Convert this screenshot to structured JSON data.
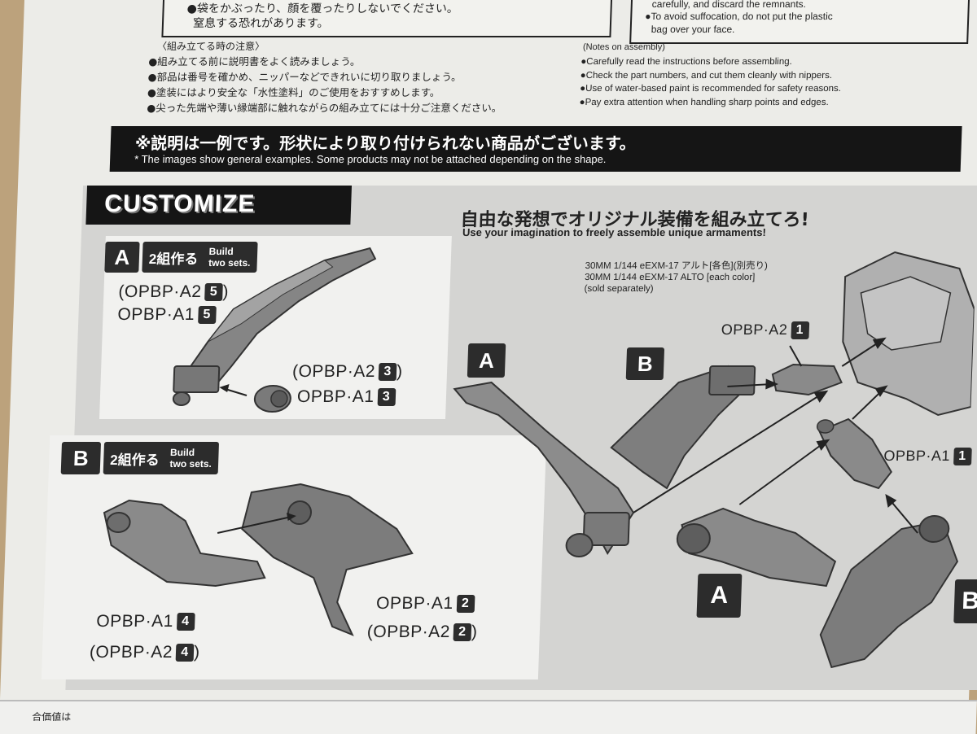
{
  "top_warning_left": {
    "lines": [
      "●袋をかぶったり、顔を覆ったりしないでください。",
      "窒息する恐れがあります。"
    ]
  },
  "top_warning_right": {
    "lines": [
      "carefully, and discard the remnants.",
      "●To avoid suffocation, do not put the plastic",
      "bag over your face."
    ]
  },
  "assembly_notes_jp": {
    "heading": "〈組み立てる時の注意〉",
    "items": [
      "●組み立てる前に説明書をよく読みましょう。",
      "●部品は番号を確かめ、ニッパーなどできれいに切り取りましょう。",
      "●塗装にはより安全な「水性塗料」のご使用をおすすめします。",
      "●尖った先端や薄い縁端部に触れながらの組み立てには十分ご注意ください。"
    ]
  },
  "assembly_notes_en": {
    "heading": "(Notes on assembly)",
    "items": [
      "●Carefully read the instructions before assembling.",
      "●Check the part numbers, and cut them cleanly with nippers.",
      "●Use of water-based paint is recommended for safety reasons.",
      "●Pay extra attention when handling sharp points and edges."
    ]
  },
  "notice_bar": {
    "jp": "※説明は一例です。形状により取り付けられない商品がございます。",
    "en": "* The images show general examples. Some products may not be attached depending on the shape."
  },
  "customize": {
    "title": "CUSTOMIZE",
    "heading_jp": "自由な発想でオリジナル装備を組み立てろ!",
    "heading_en": "Use your imagination to freely assemble unique armaments!",
    "product_note": [
      "30MM 1/144 eEXM-17 アルト[各色](別売り)",
      "30MM 1/144 eEXM-17 ALTO [each color]",
      "(sold separately)"
    ]
  },
  "panel_a": {
    "letter": "A",
    "build_jp": "2組作る",
    "build_en_1": "Build",
    "build_en_2": "two sets.",
    "part1": "(OPBP·A2",
    "part1_num": "5",
    "part1_close": ")",
    "part2": "OPBP·A1",
    "part2_num": "5",
    "part3": "(OPBP·A2",
    "part3_num": "3",
    "part3_close": ")",
    "part4": "OPBP·A1",
    "part4_num": "3"
  },
  "panel_b": {
    "letter": "B",
    "build_jp": "2組作る",
    "build_en_1": "Build",
    "build_en_2": "two sets.",
    "part1": "OPBP·A1",
    "part1_num": "4",
    "part2": "(OPBP·A2",
    "part2_num": "4",
    "part2_close": ")",
    "part3": "OPBP·A1",
    "part3_num": "2",
    "part4": "(OPBP·A2",
    "part4_num": "2",
    "part4_close": ")"
  },
  "right_diagram": {
    "label_a1": "A",
    "label_b1": "B",
    "label_a2": "A",
    "label_b2": "B",
    "part_top": "OPBP·A2",
    "part_top_num": "1",
    "part_right": "OPBP·A1",
    "part_right_num": "1"
  },
  "bottom_strip": {
    "jp": "合価値は"
  }
}
